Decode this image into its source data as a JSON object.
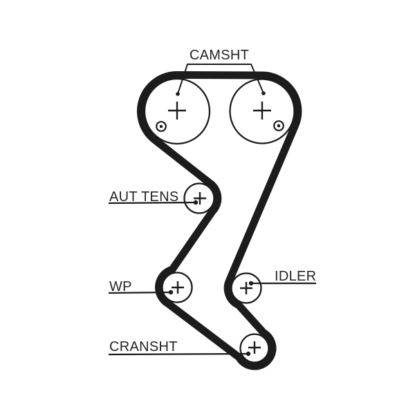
{
  "labels": {
    "camshaft": "CAMSHT",
    "auto_tensioner": "AUT TENS",
    "water_pump": "WP",
    "idler": "IDLER",
    "crankshaft": "CRANSHT"
  },
  "colors": {
    "line": "#1c1c1c",
    "background": "#ffffff"
  }
}
